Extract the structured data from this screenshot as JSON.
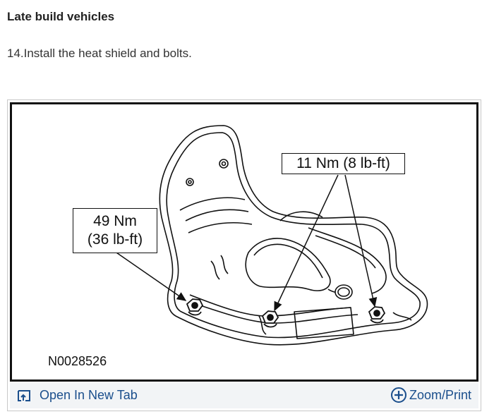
{
  "section": {
    "title": "Late build vehicles"
  },
  "step": {
    "text": "14.Install the heat shield and bolts."
  },
  "figure": {
    "callout_upper": "11 Nm (8 lb-ft)",
    "callout_lower_line1": "49 Nm",
    "callout_lower_line2": "(36 lb-ft)",
    "figure_id": "N0028526"
  },
  "toolbar": {
    "open_tab_label": "Open In New Tab",
    "zoom_label": "Zoom/Print",
    "open_tab_icon": "open-new-tab-icon",
    "zoom_icon": "zoom-plus-icon"
  },
  "colors": {
    "link": "#1a4e8c",
    "toolbar_bg": "#f2f4f6",
    "frame": "#111111"
  }
}
